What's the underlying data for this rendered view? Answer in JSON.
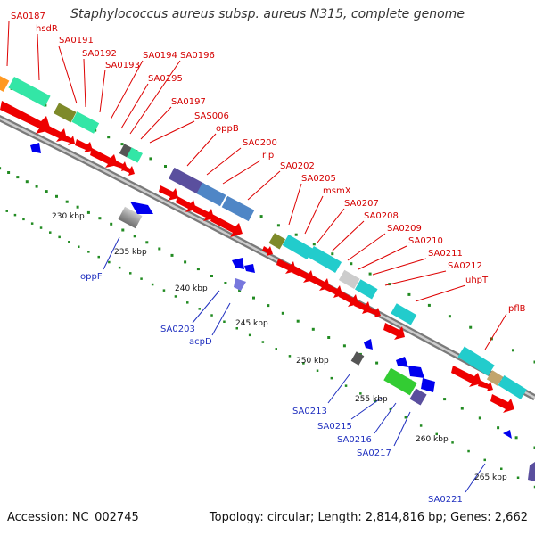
{
  "title": "Staphylococcus aureus subsp. aureus N315, complete genome",
  "accession": "Accession: NC_002745",
  "topology": "Topology: circular; Length: 2,814,816 bp; Genes: 2,662",
  "ticks": [
    "230 kbp",
    "235 kbp",
    "240 kbp",
    "245 kbp",
    "250 kbp",
    "255 kbp",
    "260 kbp",
    "265 kbp"
  ],
  "forward_labels": [
    "SA0187",
    "hsdR",
    "SA0191",
    "SA0192",
    "SA0193",
    "SA0194",
    "SA0195",
    "SA0196",
    "SA0197",
    "SAS006",
    "oppB",
    "SA0200",
    "rlp",
    "SA0202",
    "SA0205",
    "msmX",
    "SA0207",
    "SA0208",
    "SA0209",
    "SA0210",
    "SA0211",
    "SA0212",
    "uhpT",
    "pflB"
  ],
  "reverse_labels": [
    "oppF",
    "SA0203",
    "acpD",
    "SA0213",
    "SA0215",
    "SA0216",
    "SA0217",
    "SA0221"
  ],
  "colors": {
    "backbone": "#999999",
    "cds_red": "#ee0000",
    "cds_blue": "#0000ee",
    "dots": "#228b22",
    "cyan": "#22cccc",
    "steelblue": "#4f86c6",
    "olive": "#7e8a2a",
    "green": "#33cc33",
    "label_red": "#d40000",
    "label_blue": "#1f2fbf"
  }
}
